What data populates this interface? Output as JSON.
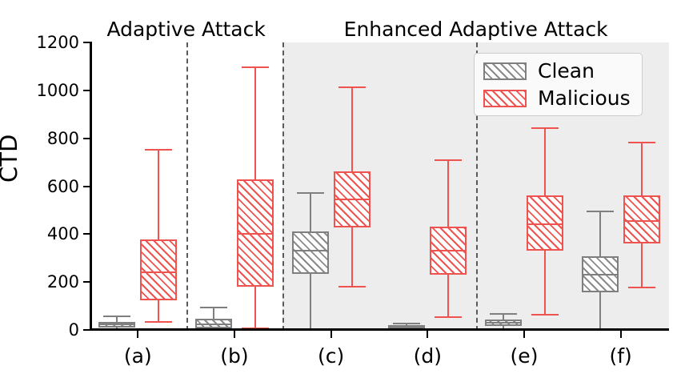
{
  "chart_data": {
    "type": "box",
    "title": "",
    "xlabel": "",
    "ylabel": "CTD",
    "ylim": [
      0,
      1200
    ],
    "yticks": [
      0,
      200,
      400,
      600,
      800,
      1000,
      1200
    ],
    "ytick_labels": [
      "0",
      "200",
      "400",
      "600",
      "800",
      "1000",
      "1200"
    ],
    "categories": [
      "(a)",
      "(b)",
      "(c)",
      "(d)",
      "(e)",
      "(f)"
    ],
    "grid": false,
    "legend_position": "upper right",
    "panel_titles": [
      {
        "label": "Adaptive Attack",
        "groups": [
          "(a)",
          "(b)"
        ]
      },
      {
        "label": "Enhanced Adaptive Attack",
        "groups": [
          "(c)",
          "(d)",
          "(e)",
          "(f)"
        ]
      }
    ],
    "shaded_region": {
      "from": "(c)",
      "to": "(f)",
      "color": "#ededed"
    },
    "dividers_after": [
      "(a)",
      "(b)",
      "(d)"
    ],
    "series": [
      {
        "name": "Clean",
        "color": "#7f7f7f",
        "hatch": "///",
        "boxes": [
          {
            "category": "(a)",
            "whisker_low": 0,
            "q1": 10,
            "median": 22,
            "q3": 33,
            "whisker_high": 57
          },
          {
            "category": "(b)",
            "whisker_low": 0,
            "q1": 8,
            "median": 25,
            "q3": 48,
            "whisker_high": 92
          },
          {
            "category": "(c)",
            "whisker_low": 0,
            "q1": 234,
            "median": 330,
            "q3": 412,
            "whisker_high": 570
          },
          {
            "category": "(d)",
            "whisker_low": 0,
            "q1": 5,
            "median": 12,
            "q3": 21,
            "whisker_high": 28
          },
          {
            "category": "(e)",
            "whisker_low": 0,
            "q1": 18,
            "median": 30,
            "q3": 44,
            "whisker_high": 66
          },
          {
            "category": "(f)",
            "whisker_low": 0,
            "q1": 157,
            "median": 232,
            "q3": 308,
            "whisker_high": 495
          }
        ]
      },
      {
        "name": "Malicious",
        "color": "#ef5350",
        "hatch": "///",
        "boxes": [
          {
            "category": "(a)",
            "whisker_low": 34,
            "q1": 124,
            "median": 240,
            "q3": 378,
            "whisker_high": 753
          },
          {
            "category": "(b)",
            "whisker_low": 6,
            "q1": 182,
            "median": 400,
            "q3": 630,
            "whisker_high": 1098
          },
          {
            "category": "(c)",
            "whisker_low": 180,
            "q1": 428,
            "median": 545,
            "q3": 661,
            "whisker_high": 1013
          },
          {
            "category": "(d)",
            "whisker_low": 52,
            "q1": 232,
            "median": 330,
            "q3": 430,
            "whisker_high": 707
          },
          {
            "category": "(e)",
            "whisker_low": 64,
            "q1": 330,
            "median": 440,
            "q3": 562,
            "whisker_high": 843
          },
          {
            "category": "(f)",
            "whisker_low": 178,
            "q1": 360,
            "median": 455,
            "q3": 562,
            "whisker_high": 782
          }
        ]
      }
    ]
  }
}
